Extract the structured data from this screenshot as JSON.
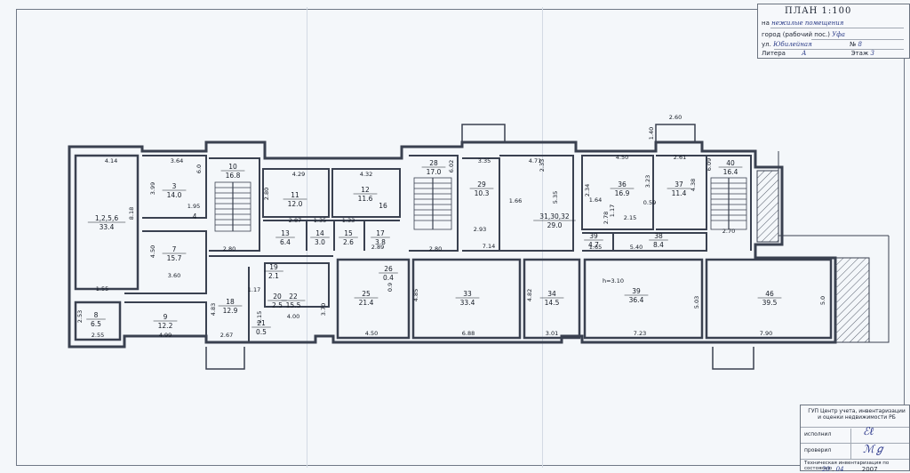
{
  "title_block": {
    "heading": "ПЛАН",
    "scale": "1:100",
    "purpose_prefix": "на",
    "purpose_value": "нежилые помещения",
    "city_label": "город (рабочий пос.)",
    "city_value": "Уфа",
    "street_label": "ул.",
    "street_value": "Юбилейная",
    "house_label": "№",
    "house_value": "8",
    "letter_label": "Литера",
    "letter_value": "А",
    "floor_label": "Этаж",
    "floor_value": "3"
  },
  "stamp": {
    "org_line1": "ГУП Центр учета, инвентаризации",
    "org_line2": "и оценки недвижимости РБ",
    "executed_label": "исполнил",
    "checked_label": "проверил",
    "state_label": "Техническая инвентаризация по состоянию",
    "date_day": "20",
    "date_month": "04",
    "date_year": "2007"
  },
  "colors": {
    "wall": "#3a4150",
    "hatch": "#59616f",
    "ink": "#141a24"
  },
  "rooms": [
    {
      "num": "1,2,5,6",
      "area": "33.4"
    },
    {
      "num": "3",
      "area": "14.0"
    },
    {
      "num": "4",
      "area": ""
    },
    {
      "num": "7",
      "area": "15.7"
    },
    {
      "num": "8",
      "area": "6.5"
    },
    {
      "num": "9",
      "area": "12.2"
    },
    {
      "num": "10",
      "area": "16.8"
    },
    {
      "num": "11",
      "area": "12.0"
    },
    {
      "num": "12",
      "area": "11.6"
    },
    {
      "num": "13",
      "area": "6.4"
    },
    {
      "num": "14",
      "area": "3.0"
    },
    {
      "num": "15",
      "area": "2.6"
    },
    {
      "num": "16",
      "area": ""
    },
    {
      "num": "17",
      "area": "3.8"
    },
    {
      "num": "18",
      "area": "12.9"
    },
    {
      "num": "19",
      "area": "2.1"
    },
    {
      "num": "20",
      "area": "2.5"
    },
    {
      "num": "21",
      "area": "0.5"
    },
    {
      "num": "22",
      "area": "15.5"
    },
    {
      "num": "25",
      "area": "21.4"
    },
    {
      "num": "26",
      "area": "0.4"
    },
    {
      "num": "28",
      "area": "17.0"
    },
    {
      "num": "29",
      "area": "10.3"
    },
    {
      "num": "31,30,32",
      "area": "29.0"
    },
    {
      "num": "33",
      "area": "33.4"
    },
    {
      "num": "34",
      "area": "14.5"
    },
    {
      "num": "36",
      "area": "16.9"
    },
    {
      "num": "37",
      "area": "11.4"
    },
    {
      "num": "38",
      "area": "8.4"
    },
    {
      "num": "39",
      "area": "4.7"
    },
    {
      "num": "39",
      "area": "36.4"
    },
    {
      "num": "40",
      "area": "16.4"
    },
    {
      "num": "46",
      "area": "39.5"
    }
  ],
  "dimensions": [
    "4.14",
    "3.64",
    "6.0",
    "4.29",
    "4.32",
    "6.02",
    "3.35",
    "4.71",
    "4.50",
    "2.61",
    "6.09",
    "2.60",
    "1.40",
    "8.18",
    "3.99",
    "1.95",
    "4.50",
    "3.60",
    "1.55",
    "2.80",
    "2.80",
    "2.87",
    "1.35",
    "1.33",
    "2.89",
    "2.80",
    "2.93",
    "7.14",
    "1.66",
    "5.35",
    "2.33",
    "2.34",
    "1.64",
    "2.78",
    "2.15",
    "1.17",
    "3.23",
    "0.59",
    "4.38",
    "1.65",
    "5.40",
    "2.70",
    "4.83",
    "4.00",
    "3.70",
    "4.85",
    "4.82",
    "4.50",
    "6.88",
    "3.01",
    "h=3.10",
    "5.03",
    "7.23",
    "7.90",
    "5.0",
    "2.53",
    "2.55",
    "4.99",
    "2.67",
    "1.15",
    "1.17",
    "0.9"
  ]
}
